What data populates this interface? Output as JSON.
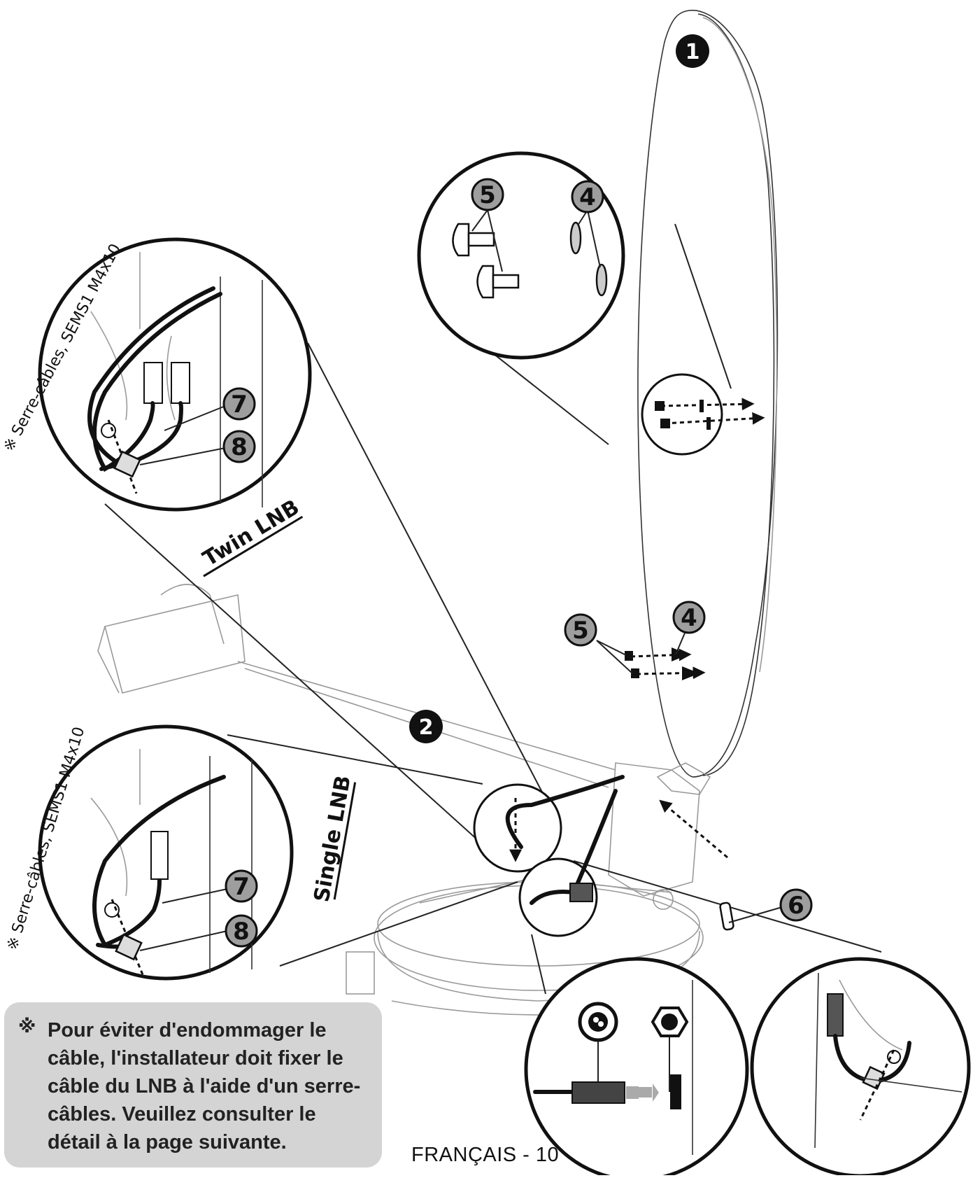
{
  "callouts": {
    "dish": "1",
    "arm": "2",
    "washer": "4",
    "screw": "5",
    "bolt": "6",
    "cable_clamp": "7",
    "clamp_screw": "8"
  },
  "labels": {
    "twin_lnb": "Twin LNB",
    "single_lnb": "Single LNB",
    "twin_side_note": "※ Serre-câbles, SEMS1 M4x10",
    "single_side_note": "※ Serre-câbles, SEMS1 M4x10"
  },
  "note": {
    "mark": "※",
    "text": "Pour éviter d'endommager le câble, l'installateur doit fixer le câble du LNB à l'aide d'un serre-câbles. Veuillez consulter le détail à la page suivante."
  },
  "footer": "FRANÇAIS - 10"
}
